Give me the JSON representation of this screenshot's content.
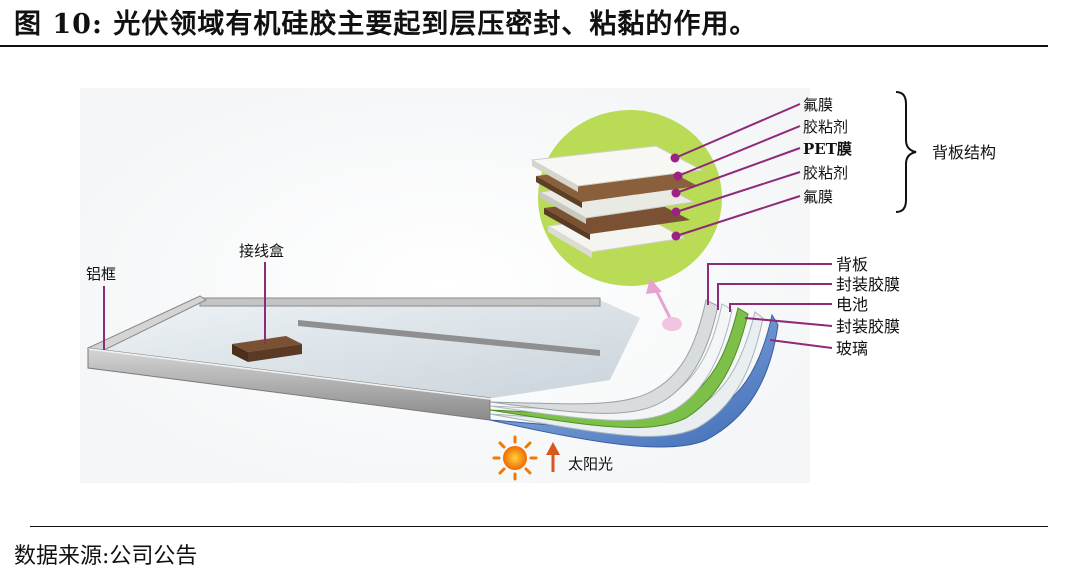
{
  "title": "图 10:  光伏领域有机硅胶主要起到层压密封、粘黏的作用。",
  "source": "数据来源:公司公告",
  "diagram": {
    "backsheet_layers": [
      "氟膜",
      "胶粘剂",
      "PET膜",
      "胶粘剂",
      "氟膜"
    ],
    "backsheet_group_label": "背板结构",
    "module_layers": [
      "背板",
      "封装胶膜",
      "电池",
      "封装胶膜",
      "玻璃"
    ],
    "frame_label": "铝框",
    "junction_box_label": "接线盒",
    "sunlight_label": "太阳光",
    "colors": {
      "leader": "#8e2a78",
      "frame": "#9a9a9a",
      "circle_green": "#b9db55",
      "cell_green": "#7cc04a",
      "glass_blue": "#4f7fc7",
      "junction_box": "#5a3a24"
    }
  }
}
